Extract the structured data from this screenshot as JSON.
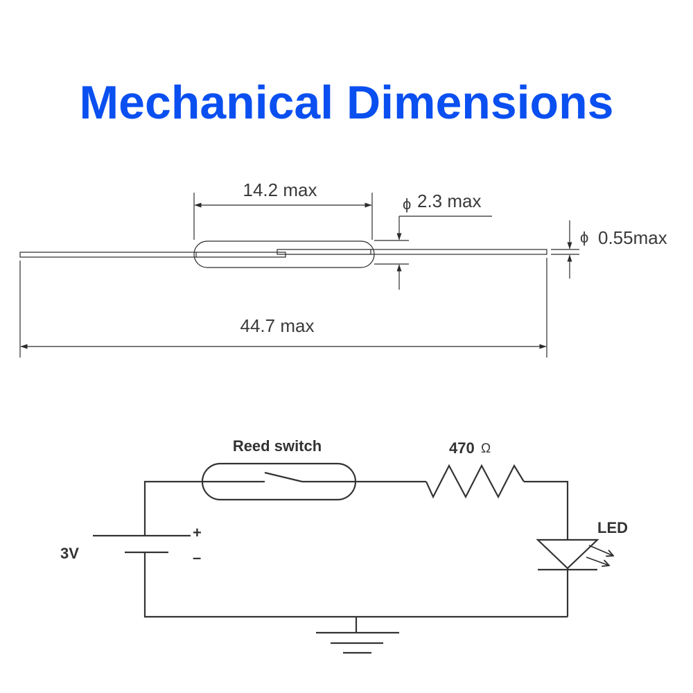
{
  "title": "Mechanical Dimensions",
  "dimensions": {
    "glass_length": "14.2 max",
    "overall_length": "44.7 max",
    "diameter_symbol": "ϕ",
    "glass_diameter": "2.3 max",
    "lead_diameter": "0.55max"
  },
  "circuit": {
    "switch_label": "Reed switch",
    "resistor_value": "470",
    "ohm_symbol": "Ω",
    "led_label": "LED",
    "battery_voltage": "3V",
    "plus_sign": "+",
    "minus_sign": "–"
  },
  "colors": {
    "title": "#0a4ff0",
    "line": "#2b2b2b"
  }
}
